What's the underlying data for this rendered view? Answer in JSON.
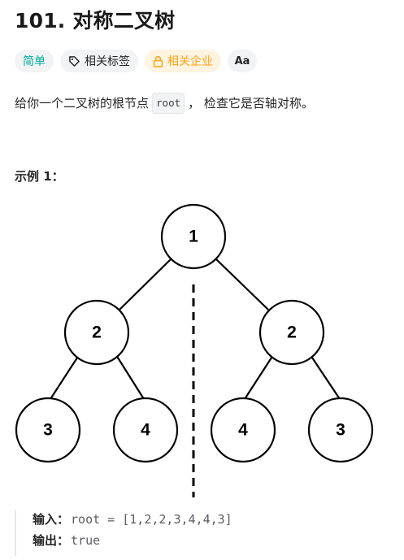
{
  "problem": {
    "title": "101. 对称二叉树",
    "tags": {
      "difficulty": "简单",
      "topics": "相关标签",
      "companies": "相关企业",
      "font_toggle": "Aa"
    },
    "description": {
      "before_code": "给你一个二叉树的根节点",
      "code": "root",
      "after_code": "，  检查它是否轴对称。"
    },
    "example": {
      "title": "示例 1：",
      "tree_nodes": [
        "1",
        "2",
        "2",
        "3",
        "4",
        "4",
        "3"
      ],
      "input_label": "输入：",
      "input_value": "root = [1,2,2,3,4,4,3]",
      "output_label": "输出：",
      "output_value": "true"
    }
  },
  "colors": {
    "easy": "#00af9b",
    "company": "#ffa116",
    "text": "#262626",
    "tag_bg": "#f2f3f5"
  }
}
